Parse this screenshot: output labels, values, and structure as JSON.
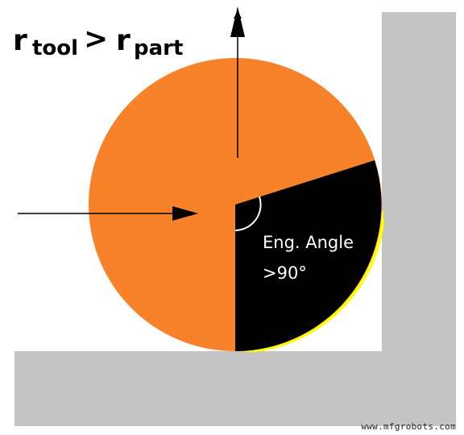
{
  "title": {
    "tool_r": "r",
    "tool_sub": "tool",
    "comparator": ">",
    "part_r": "r",
    "part_sub": "part"
  },
  "angle_label": {
    "line1": "Eng. Angle",
    "line2": ">90°"
  },
  "watermark": "www.mfgrobots.com",
  "colors": {
    "tool": "#F8822A",
    "engagement": "#000000",
    "chip": "#FFFF00",
    "part": "#C4C4C4",
    "arrow": "#000000",
    "background": "#FFFFFF"
  }
}
